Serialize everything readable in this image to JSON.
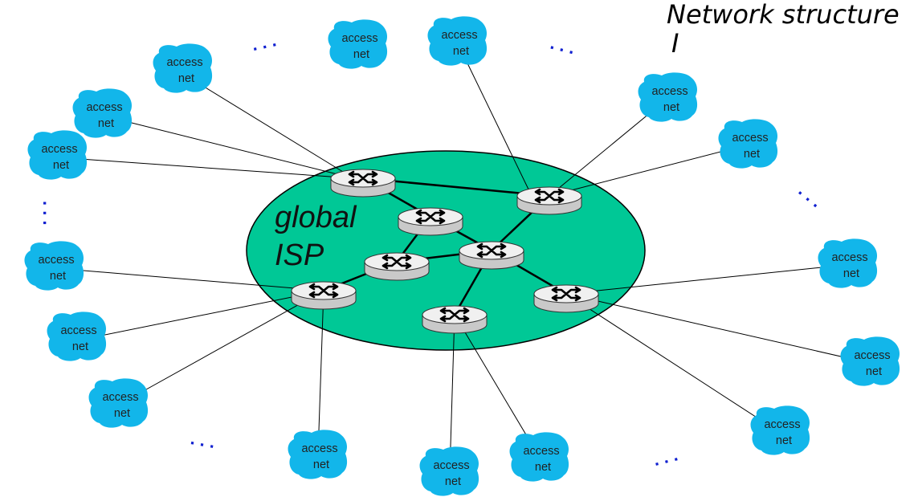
{
  "title": {
    "line1": "Network structure",
    "line2": "I"
  },
  "colors": {
    "isp_fill": "#00c896",
    "access_net_fill": "#12b6ea",
    "ellipsis": "#1020d0",
    "router_top": "#f0f0f0",
    "router_side": "#c9c9c9"
  },
  "global_isp": {
    "line1": "global",
    "line2": "ISP",
    "icon": "cloud-ellipse"
  },
  "access_net_label": {
    "line1": "access",
    "line2": "net"
  },
  "access_nets": [
    {
      "id": "top-left-1"
    },
    {
      "id": "top-left-2"
    },
    {
      "id": "top-center-1"
    },
    {
      "id": "top-center-2"
    },
    {
      "id": "top-right-1"
    },
    {
      "id": "top-right-2"
    },
    {
      "id": "left-1"
    },
    {
      "id": "left-2"
    },
    {
      "id": "left-3"
    },
    {
      "id": "left-4"
    },
    {
      "id": "bottom-left-1"
    },
    {
      "id": "bottom-center-1"
    },
    {
      "id": "bottom-center-2"
    },
    {
      "id": "bottom-center-3"
    },
    {
      "id": "right-1"
    },
    {
      "id": "right-2"
    },
    {
      "id": "bottom-right-1"
    }
  ],
  "routers": [
    {
      "id": "r-top-left",
      "icon": "router-icon"
    },
    {
      "id": "r-top-right",
      "icon": "router-icon"
    },
    {
      "id": "r-center-top",
      "icon": "router-icon"
    },
    {
      "id": "r-center",
      "icon": "router-icon"
    },
    {
      "id": "r-center-left",
      "icon": "router-icon"
    },
    {
      "id": "r-left",
      "icon": "router-icon"
    },
    {
      "id": "r-right",
      "icon": "router-icon"
    },
    {
      "id": "r-bottom",
      "icon": "router-icon"
    }
  ],
  "ellipses": {
    "text": ". . ."
  }
}
